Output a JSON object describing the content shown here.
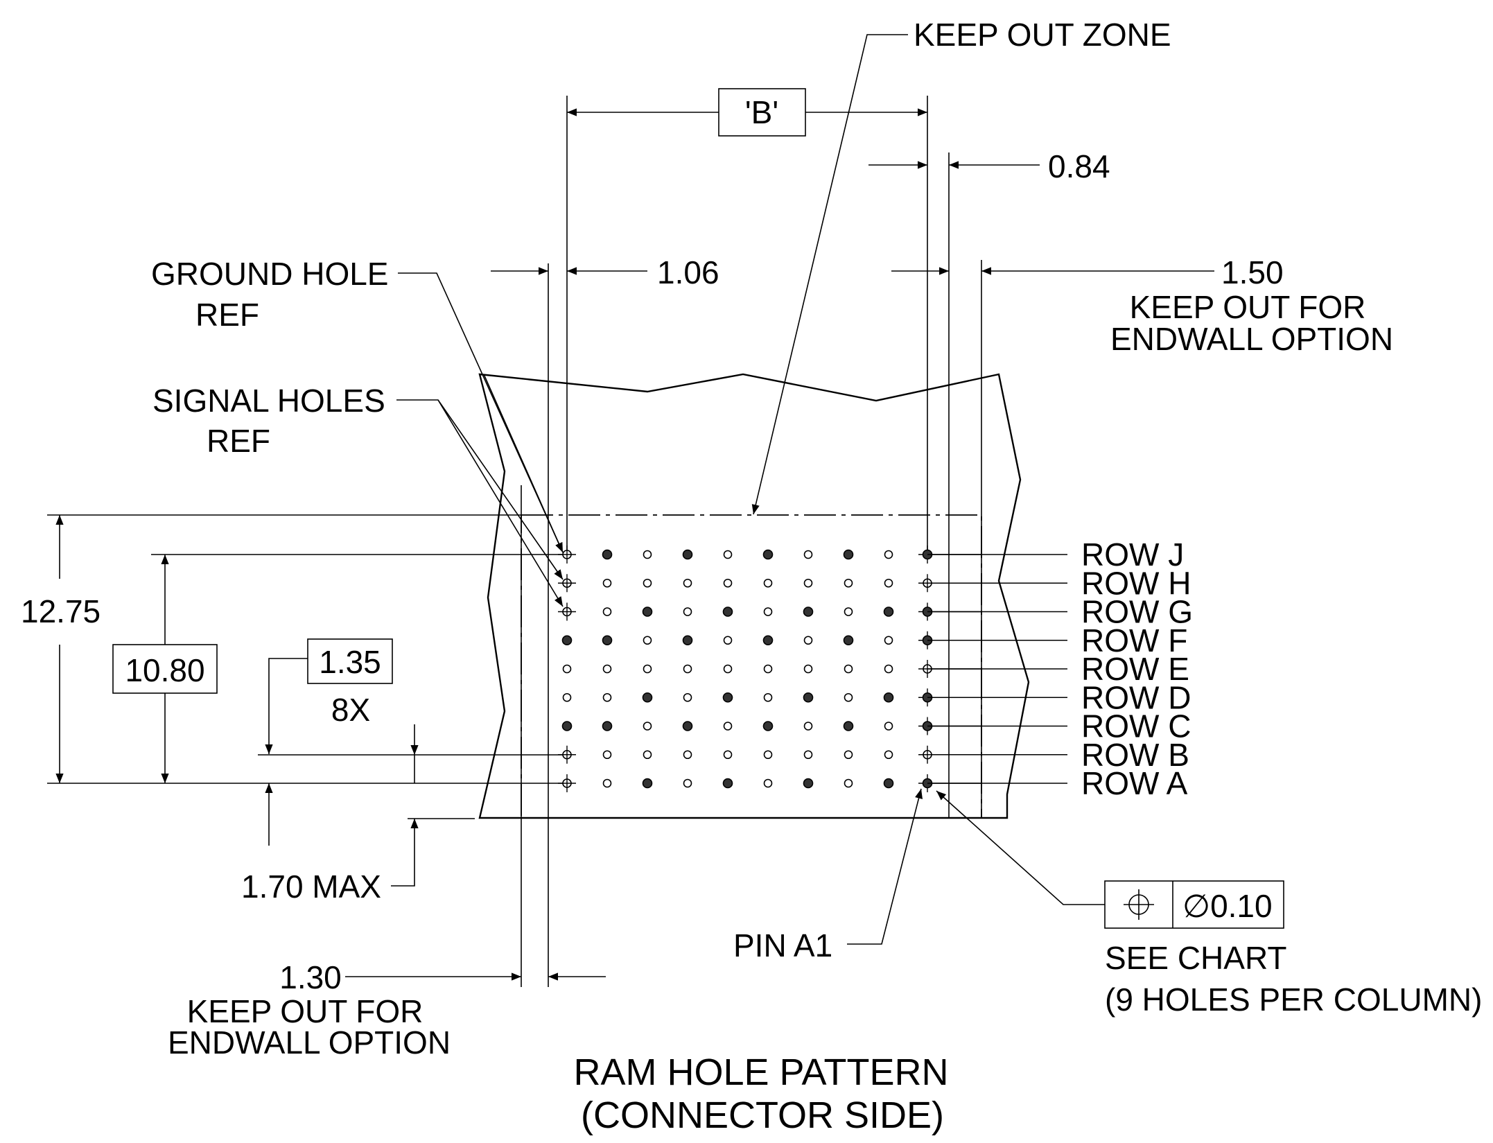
{
  "labels": {
    "keep_out_zone": "KEEP OUT ZONE",
    "b_dim": "'B'",
    "dim_084": "0.84",
    "dim_106": "1.06",
    "dim_150": "1.50",
    "keep_out_endwall_right_1": "KEEP OUT FOR",
    "keep_out_endwall_right_2": "ENDWALL OPTION",
    "ground_hole": "GROUND HOLE",
    "ground_hole_ref": "REF",
    "signal_holes": "SIGNAL HOLES",
    "signal_holes_ref": "REF",
    "dim_1275": "12.75",
    "dim_1080": "10.80",
    "dim_135": "1.35",
    "dim_135_qty": "8X",
    "dim_170": "1.70 MAX",
    "dim_130": "1.30",
    "keep_out_endwall_left_1": "KEEP OUT FOR",
    "keep_out_endwall_left_2": "ENDWALL OPTION",
    "pin_a1": "PIN A1",
    "tolerance_symbol": "⌖",
    "tolerance_value": "∅0.10",
    "see_chart": "SEE CHART",
    "holes_per_column": "(9 HOLES PER COLUMN)",
    "title_1": "RAM HOLE PATTERN",
    "title_2": "(CONNECTOR SIDE)"
  },
  "rows": [
    "ROW J",
    "ROW H",
    "ROW G",
    "ROW F",
    "ROW E",
    "ROW D",
    "ROW C",
    "ROW B",
    "ROW A"
  ],
  "hole_grid": [
    "FOFOFOFOF",
    "OOOOOOOOO",
    "OFOFOFOFF",
    "FOFOFOFOF",
    "OOOOOOOOO",
    "OFOFOFOFF",
    "FOFOFOFOF",
    "OOOOOOOOO",
    "OFOFOFOFF"
  ],
  "target_holes": [
    "J1",
    "H1",
    "G1",
    "B1",
    "A1",
    "J10",
    "H10",
    "G10",
    "F10",
    "E10",
    "D10",
    "C10",
    "B10",
    "A10"
  ]
}
